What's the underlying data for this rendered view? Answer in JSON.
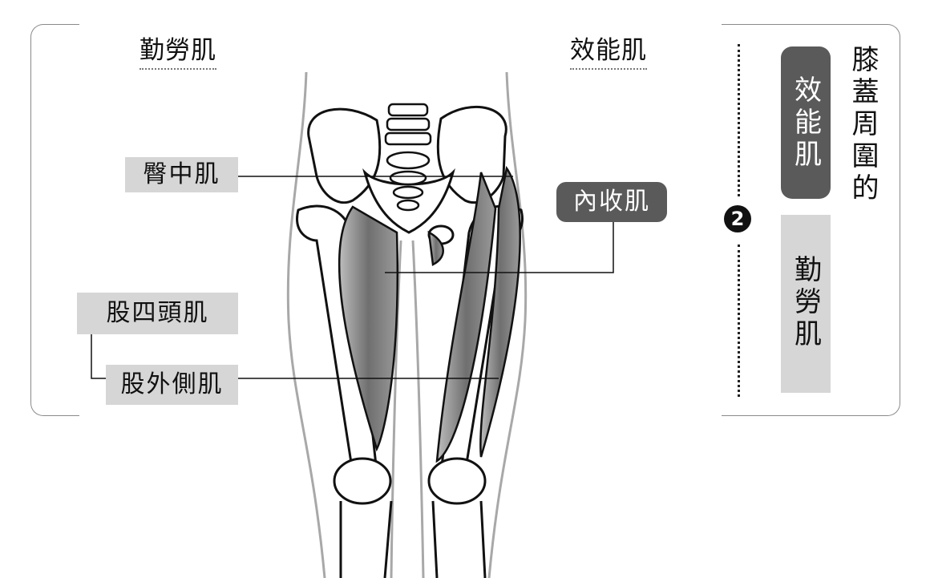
{
  "headings": {
    "left": "勤勞肌",
    "right": "效能肌"
  },
  "labels": {
    "gluteus_medius": "臀中肌",
    "adductor": "內收肌",
    "quadriceps": "股四頭肌",
    "vastus_lateralis": "股外側肌"
  },
  "sidebar": {
    "title": "膝蓋周圍的",
    "efficient": "效能肌",
    "hardworking": "勤勞肌",
    "badge": "2"
  },
  "colors": {
    "frame": "#8a8a8a",
    "label_grey": "#d6d6d6",
    "label_dark": "#5a5a5a",
    "muscle": "#7c7c7c"
  }
}
